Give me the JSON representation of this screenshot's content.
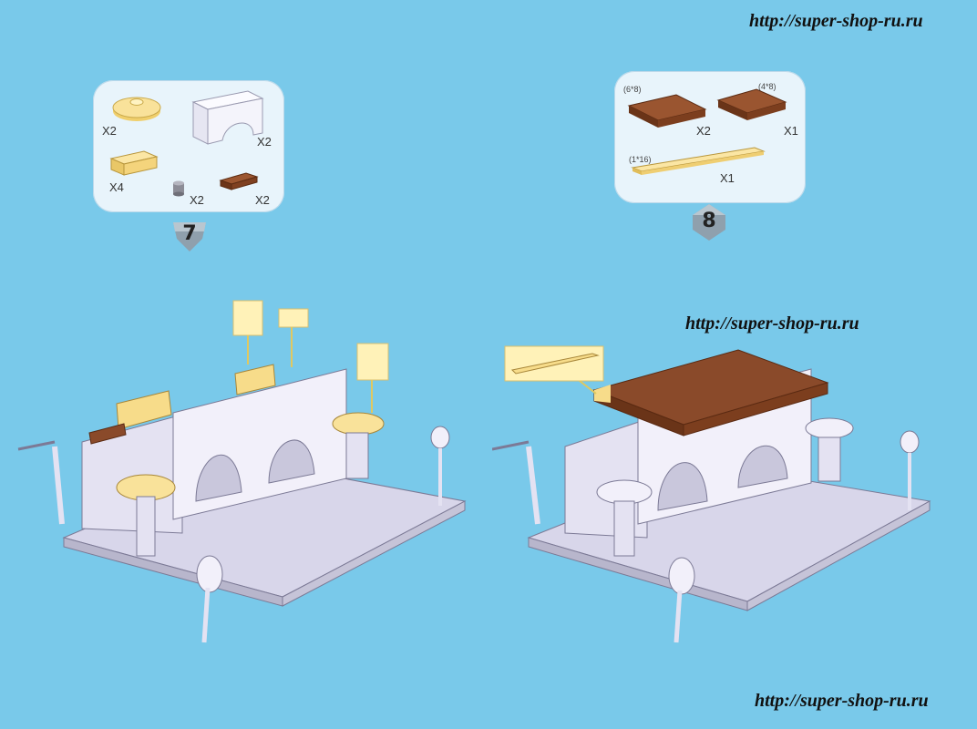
{
  "watermarks": {
    "top": "http://super-shop-ru.ru",
    "middle": "http://super-shop-ru.ru",
    "bottom": "http://super-shop-ru.ru"
  },
  "step7": {
    "number": "7",
    "parts": [
      {
        "name": "yellow-round-plate",
        "qty": "X2"
      },
      {
        "name": "white-arch",
        "qty": "X2"
      },
      {
        "name": "yellow-1x4-brick",
        "qty": "X4"
      },
      {
        "name": "grey-round-piece",
        "qty": "X2"
      },
      {
        "name": "brown-1x4-plate",
        "qty": "X2"
      }
    ]
  },
  "step8": {
    "number": "8",
    "parts": [
      {
        "name": "brown-6x8-plate",
        "dims": "(6*8)",
        "qty": "X2"
      },
      {
        "name": "brown-4x8-plate",
        "dims": "(4*8)",
        "qty": "X1"
      },
      {
        "name": "yellow-1x16-plate",
        "dims": "(1*16)",
        "qty": "X1"
      }
    ]
  },
  "colors": {
    "background": "#79c9ea",
    "panel": "#e8f4fb",
    "yellow_part": "#f7dc8a",
    "brown_part": "#8a4a2a",
    "white_part": "#f2f0fa"
  }
}
